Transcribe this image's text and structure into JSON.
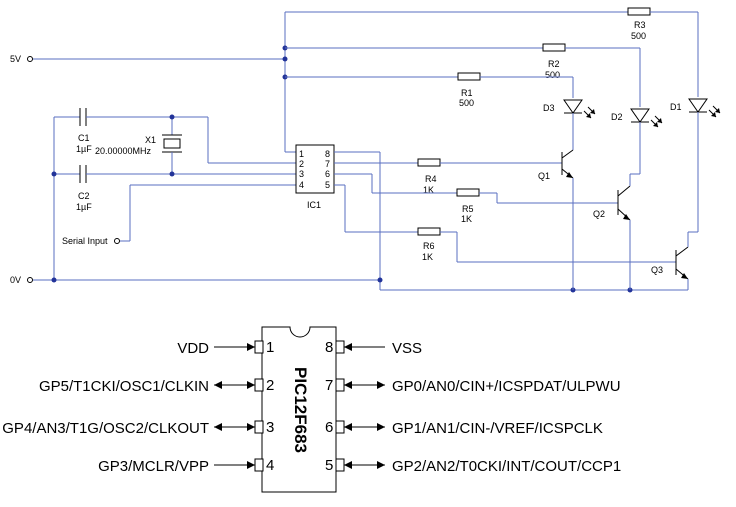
{
  "schematic": {
    "supply_5v": "5V",
    "supply_0v": "0V",
    "serial_input": "Serial Input",
    "c1": {
      "ref": "C1",
      "value": "1µF"
    },
    "c2": {
      "ref": "C2",
      "value": "1µF"
    },
    "x1": {
      "ref": "X1",
      "value": "20.00000MHz"
    },
    "ic1": {
      "ref": "IC1",
      "pins_left": [
        "1",
        "2",
        "3",
        "4"
      ],
      "pins_right": [
        "8",
        "7",
        "6",
        "5"
      ]
    },
    "r1": {
      "ref": "R1",
      "value": "500"
    },
    "r2": {
      "ref": "R2",
      "value": "500"
    },
    "r3": {
      "ref": "R3",
      "value": "500"
    },
    "r4": {
      "ref": "R4",
      "value": "1K"
    },
    "r5": {
      "ref": "R5",
      "value": "1K"
    },
    "r6": {
      "ref": "R6",
      "value": "1K"
    },
    "d1": "D1",
    "d2": "D2",
    "d3": "D3",
    "q1": "Q1",
    "q2": "Q2",
    "q3": "Q3"
  },
  "pinout": {
    "chip_name": "PIC12F683",
    "pins": [
      {
        "num": "1",
        "label": "VDD"
      },
      {
        "num": "2",
        "label": "GP5/T1CKI/OSC1/CLKIN"
      },
      {
        "num": "3",
        "label": "GP4/AN3/T1G/OSC2/CLKOUT"
      },
      {
        "num": "4",
        "label": "GP3/MCLR/VPP"
      },
      {
        "num": "8",
        "label": "VSS"
      },
      {
        "num": "7",
        "label": "GP0/AN0/CIN+/ICSPDAT/ULPWU"
      },
      {
        "num": "6",
        "label": "GP1/AN1/CIN-/VREF/ICSPCLK"
      },
      {
        "num": "5",
        "label": "GP2/AN2/T0CKI/INT/COUT/CCP1"
      }
    ]
  }
}
